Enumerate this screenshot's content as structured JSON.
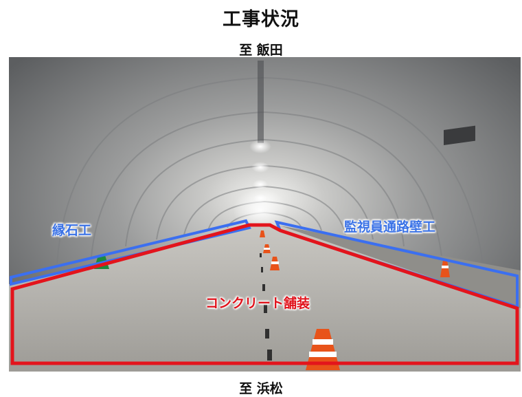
{
  "title": "工事状況",
  "direction_top": "至 飯田",
  "direction_bottom": "至 浜松",
  "annotations": {
    "curb": "縁石工",
    "walkway_wall": "監視員通路壁工",
    "pavement": "コンクリート舗装"
  },
  "colors": {
    "curb_outline": "#3b6ff0",
    "pavement_outline": "#e3141c",
    "tunnel_wall": "#8c8e90",
    "road": "#a9a7a2"
  }
}
